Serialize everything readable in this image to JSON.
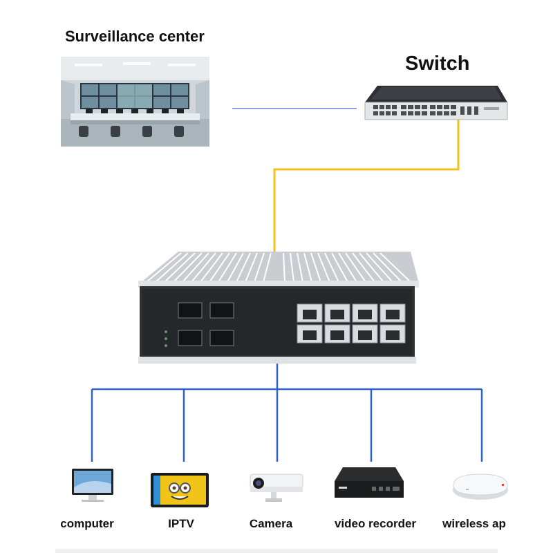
{
  "diagram": {
    "surveillance_center_label": "Surveillance center",
    "switch_label": "Switch",
    "devices": [
      {
        "label": "computer",
        "icon": "computer-icon"
      },
      {
        "label": "IPTV",
        "icon": "tv-icon"
      },
      {
        "label": "Camera",
        "icon": "camera-icon"
      },
      {
        "label": "video recorder",
        "icon": "video-recorder-icon"
      },
      {
        "label": "wireless ap",
        "icon": "wireless-ap-icon"
      }
    ]
  },
  "colors": {
    "uplink_line": "#8ea3dd",
    "trunk_line": "#f2c21b",
    "downlink_line": "#2e62c9"
  }
}
